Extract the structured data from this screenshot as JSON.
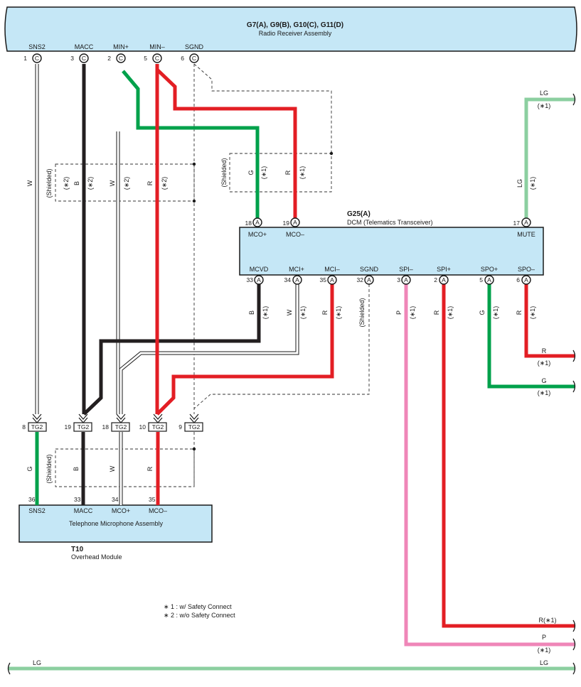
{
  "colors": {
    "box_fill": "#c5e7f6",
    "R": "#e31e24",
    "G": "#00a14b",
    "B": "#231f20",
    "W": "#ffffff",
    "P": "#ef86b8",
    "LG": "#8ccfa0"
  },
  "radio": {
    "title": "G7(A), G9(B), G10(C), G11(D)",
    "subtitle": "Radio Receiver Assembly",
    "terminals": [
      {
        "pin": "1",
        "conn": "C",
        "label": "SNS2"
      },
      {
        "pin": "3",
        "conn": "C",
        "label": "MACC"
      },
      {
        "pin": "2",
        "conn": "C",
        "label": "MIN+"
      },
      {
        "pin": "5",
        "conn": "C",
        "label": "MIN–"
      },
      {
        "pin": "6",
        "conn": "C",
        "label": "SGND"
      }
    ]
  },
  "dcm": {
    "title": "G25(A)",
    "subtitle": "DCM (Telematics Transceiver)",
    "top_terminals": [
      {
        "pin": "18",
        "conn": "A",
        "label": "MCO+"
      },
      {
        "pin": "19",
        "conn": "A",
        "label": "MCO–"
      },
      {
        "pin": "17",
        "conn": "A",
        "label": "MUTE"
      }
    ],
    "bottom_terminals": [
      {
        "pin": "33",
        "conn": "A",
        "label": "MCVD"
      },
      {
        "pin": "34",
        "conn": "A",
        "label": "MCI+"
      },
      {
        "pin": "35",
        "conn": "A",
        "label": "MCI–"
      },
      {
        "pin": "32",
        "conn": "A",
        "label": "SGND"
      },
      {
        "pin": "3",
        "conn": "A",
        "label": "SPI–"
      },
      {
        "pin": "2",
        "conn": "A",
        "label": "SPI+"
      },
      {
        "pin": "5",
        "conn": "A",
        "label": "SPO+"
      },
      {
        "pin": "6",
        "conn": "A",
        "label": "SPO–"
      }
    ]
  },
  "tg2": {
    "connectors": [
      {
        "pin": "8",
        "label": "TG2"
      },
      {
        "pin": "19",
        "label": "TG2"
      },
      {
        "pin": "18",
        "label": "TG2"
      },
      {
        "pin": "10",
        "label": "TG2"
      },
      {
        "pin": "9",
        "label": "TG2"
      }
    ]
  },
  "mic": {
    "subtitle": "Telephone Microphone Assembly",
    "terminals": [
      {
        "pin": "36",
        "label": "SNS2"
      },
      {
        "pin": "33",
        "label": "MACC"
      },
      {
        "pin": "34",
        "label": "MCO+"
      },
      {
        "pin": "35",
        "label": "MCO–"
      }
    ]
  },
  "module": {
    "title": "T10",
    "subtitle": "Overhead Module"
  },
  "wire_labels": {
    "radio_sns2": "W",
    "radio_macc": "B",
    "radio_min_plus": "W",
    "radio_min_minus": "R",
    "dcm_mco_plus": "G",
    "dcm_mco_minus": "R",
    "dcm_mute": "LG",
    "dcm_mcvd": "B",
    "dcm_mci_plus": "W",
    "dcm_mci_minus": "R",
    "dcm_spi_minus": "P",
    "dcm_spi_plus": "R",
    "dcm_spo_plus": "G",
    "dcm_spo_minus": "R",
    "mic_sns2": "G",
    "mic_macc": "B",
    "mic_mco_plus": "W",
    "mic_mco_minus": "R"
  },
  "notes": {
    "shielded": "(Shielded)",
    "s1": "(∗1)",
    "s2": "(∗2)",
    "footnote1": "∗ 1 : w/ Safety Connect",
    "footnote2": "∗ 2 : w/o Safety Connect"
  },
  "exits": {
    "lg_top": "LG",
    "spo_r": "R",
    "spo_g": "G",
    "spi_r": "R(∗1)",
    "spi_p": "P",
    "bottom_left": "LG",
    "bottom_right": "LG"
  }
}
